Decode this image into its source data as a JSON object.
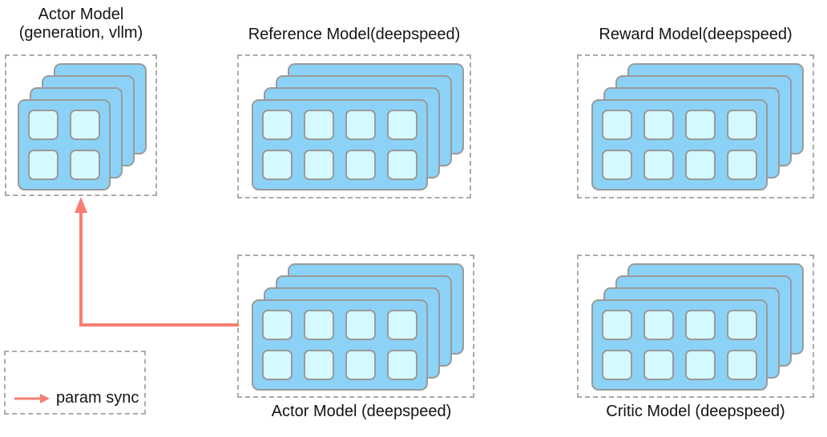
{
  "diagram": {
    "colors": {
      "card_blue": "#8bd2f6",
      "cell_cyan": "#d4f9ff",
      "arrow_red": "#f87e74",
      "dash_gray": "#ababab",
      "card_border": "#9a9a9a",
      "text": "#141414"
    },
    "panels": [
      {
        "id": "actor-vllm",
        "title_lines": [
          "Actor Model",
          "(generation, vllm)"
        ],
        "label_position": "top",
        "stack": {
          "layers": 4,
          "rows": 2,
          "cols": 2
        }
      },
      {
        "id": "reference-model",
        "title": "Reference Model(deepspeed)",
        "label_position": "top",
        "stack": {
          "layers": 4,
          "rows": 2,
          "cols": 4
        }
      },
      {
        "id": "reward-model",
        "title": "Reward Model(deepspeed)",
        "label_position": "top",
        "stack": {
          "layers": 4,
          "rows": 2,
          "cols": 4
        }
      },
      {
        "id": "actor-model-deepspeed",
        "title": "Actor Model (deepspeed)",
        "label_position": "bottom",
        "stack": {
          "layers": 4,
          "rows": 2,
          "cols": 4
        }
      },
      {
        "id": "critic-model",
        "title": "Critic Model (deepspeed)",
        "label_position": "bottom",
        "stack": {
          "layers": 4,
          "rows": 2,
          "cols": 4
        }
      }
    ],
    "legend": {
      "label": "param sync"
    },
    "arrow": {
      "from": "actor-model-deepspeed",
      "to": "actor-vllm"
    }
  }
}
